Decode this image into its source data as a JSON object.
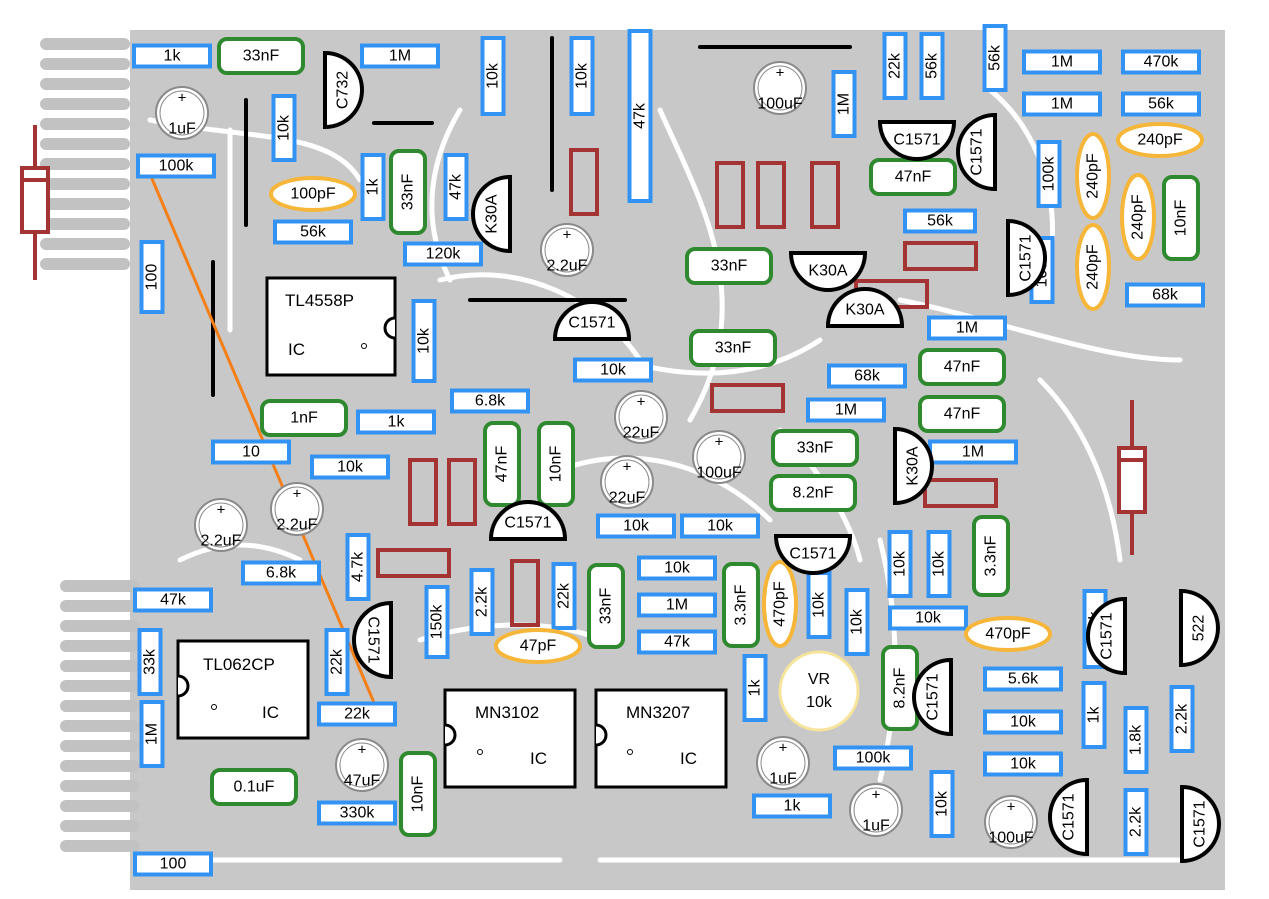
{
  "resistors": [
    {
      "id": "r1",
      "label": "1k"
    },
    {
      "id": "r2",
      "label": "1M"
    },
    {
      "id": "r3",
      "label": "10k"
    },
    {
      "id": "r4",
      "label": "10k"
    },
    {
      "id": "r5",
      "label": "47k"
    },
    {
      "id": "r6",
      "label": "22k"
    },
    {
      "id": "r7",
      "label": "56k"
    },
    {
      "id": "r8",
      "label": "56k"
    },
    {
      "id": "r9",
      "label": "1M"
    },
    {
      "id": "r10",
      "label": "470k"
    },
    {
      "id": "r11",
      "label": "1M"
    },
    {
      "id": "r12",
      "label": "56k"
    },
    {
      "id": "r13",
      "label": "10k"
    },
    {
      "id": "r14",
      "label": "1M"
    },
    {
      "id": "r15",
      "label": "100k"
    },
    {
      "id": "r16",
      "label": "1k"
    },
    {
      "id": "r17",
      "label": "47k"
    },
    {
      "id": "r18",
      "label": "56k"
    },
    {
      "id": "r19",
      "label": "120k"
    },
    {
      "id": "r20",
      "label": "56k"
    },
    {
      "id": "r21",
      "label": "100k"
    },
    {
      "id": "r22",
      "label": "100"
    },
    {
      "id": "r23",
      "label": "100k"
    },
    {
      "id": "r24",
      "label": "68k"
    },
    {
      "id": "r25",
      "label": "10k"
    },
    {
      "id": "r26",
      "label": "1M"
    },
    {
      "id": "r27",
      "label": "6.8k"
    },
    {
      "id": "r28",
      "label": "10k"
    },
    {
      "id": "r29",
      "label": "68k"
    },
    {
      "id": "r30",
      "label": "1k"
    },
    {
      "id": "r31",
      "label": "1M"
    },
    {
      "id": "r32",
      "label": "10"
    },
    {
      "id": "r33",
      "label": "10k"
    },
    {
      "id": "r34",
      "label": "1M"
    },
    {
      "id": "r35",
      "label": "10k"
    },
    {
      "id": "r36",
      "label": "10k"
    },
    {
      "id": "r37",
      "label": "6.8k"
    },
    {
      "id": "r38",
      "label": "4.7k"
    },
    {
      "id": "r39",
      "label": "10k"
    },
    {
      "id": "r40",
      "label": "10k"
    },
    {
      "id": "r41",
      "label": "47k"
    },
    {
      "id": "r42",
      "label": "150k"
    },
    {
      "id": "r43",
      "label": "2.2k"
    },
    {
      "id": "r44",
      "label": "22k"
    },
    {
      "id": "r45",
      "label": "10k"
    },
    {
      "id": "r46",
      "label": "1M"
    },
    {
      "id": "r47",
      "label": "47k"
    },
    {
      "id": "r48",
      "label": "10k"
    },
    {
      "id": "r49",
      "label": "10k"
    },
    {
      "id": "r50",
      "label": "10k"
    },
    {
      "id": "r51",
      "label": "33k"
    },
    {
      "id": "r52",
      "label": "22k"
    },
    {
      "id": "r53",
      "label": "22k"
    },
    {
      "id": "r54",
      "label": "1M"
    },
    {
      "id": "r55",
      "label": "5.6k"
    },
    {
      "id": "r56",
      "label": "10k"
    },
    {
      "id": "r57",
      "label": "1k"
    },
    {
      "id": "r58",
      "label": "100k"
    },
    {
      "id": "r59",
      "label": "1k"
    },
    {
      "id": "r60",
      "label": "1.8k"
    },
    {
      "id": "r61",
      "label": "2.2k"
    },
    {
      "id": "r62",
      "label": "2.2k"
    },
    {
      "id": "r63",
      "label": "10k"
    },
    {
      "id": "r64",
      "label": "10k"
    },
    {
      "id": "r65",
      "label": "100k"
    },
    {
      "id": "r66",
      "label": "1k"
    },
    {
      "id": "r67",
      "label": "330k"
    },
    {
      "id": "r68",
      "label": "100"
    },
    {
      "id": "r69",
      "label": "10k"
    },
    {
      "id": "r70",
      "label": "100k"
    }
  ],
  "film_caps": [
    {
      "id": "c1",
      "label": "33nF"
    },
    {
      "id": "c2",
      "label": "33nF"
    },
    {
      "id": "c3",
      "label": "47nF"
    },
    {
      "id": "c4",
      "label": "33nF"
    },
    {
      "id": "c5",
      "label": "10nF"
    },
    {
      "id": "c6",
      "label": "33nF"
    },
    {
      "id": "c7",
      "label": "47nF"
    },
    {
      "id": "c8",
      "label": "1nF"
    },
    {
      "id": "c9",
      "label": "47nF"
    },
    {
      "id": "c10",
      "label": "47nF"
    },
    {
      "id": "c11",
      "label": "10nF"
    },
    {
      "id": "c12",
      "label": "33nF"
    },
    {
      "id": "c13",
      "label": "8.2nF"
    },
    {
      "id": "c14",
      "label": "3.3nF"
    },
    {
      "id": "c15",
      "label": "33nF"
    },
    {
      "id": "c16",
      "label": "3.3nF"
    },
    {
      "id": "c17",
      "label": "8.2nF"
    },
    {
      "id": "c18",
      "label": "0.1uF"
    },
    {
      "id": "c19",
      "label": "10nF"
    }
  ],
  "ceramic_caps": [
    {
      "id": "p1",
      "label": "100pF"
    },
    {
      "id": "p2",
      "label": "240pF"
    },
    {
      "id": "p3",
      "label": "240pF"
    },
    {
      "id": "p4",
      "label": "240pF"
    },
    {
      "id": "p5",
      "label": "240pF"
    },
    {
      "id": "p6",
      "label": "470pF"
    },
    {
      "id": "p7",
      "label": "470pF"
    },
    {
      "id": "p8",
      "label": "47pF"
    }
  ],
  "electrolytics": [
    {
      "id": "e1",
      "label": "1uF"
    },
    {
      "id": "e2",
      "label": "100uF"
    },
    {
      "id": "e3",
      "label": "2.2uF"
    },
    {
      "id": "e4",
      "label": "22uF"
    },
    {
      "id": "e5",
      "label": "100uF"
    },
    {
      "id": "e6",
      "label": "22uF"
    },
    {
      "id": "e7",
      "label": "2.2uF"
    },
    {
      "id": "e8",
      "label": "2.2uF"
    },
    {
      "id": "e9",
      "label": "47uF"
    },
    {
      "id": "e10",
      "label": "1uF"
    },
    {
      "id": "e11",
      "label": "1uF"
    },
    {
      "id": "e12",
      "label": "100uF"
    }
  ],
  "transistors": [
    {
      "id": "q1",
      "label": "C732"
    },
    {
      "id": "q2",
      "label": "K30A"
    },
    {
      "id": "q3",
      "label": "C1571"
    },
    {
      "id": "q4",
      "label": "C1571"
    },
    {
      "id": "q5",
      "label": "K30A"
    },
    {
      "id": "q6",
      "label": "C1571"
    },
    {
      "id": "q7",
      "label": "C1571"
    },
    {
      "id": "q8",
      "label": "K30A"
    },
    {
      "id": "q9",
      "label": "K30A"
    },
    {
      "id": "q10",
      "label": "C1571"
    },
    {
      "id": "q11",
      "label": "C1571"
    },
    {
      "id": "q12",
      "label": "C1571"
    },
    {
      "id": "q13",
      "label": "C1571"
    },
    {
      "id": "q14",
      "label": "C1571"
    },
    {
      "id": "q15",
      "label": "522"
    },
    {
      "id": "q16",
      "label": "C1571"
    },
    {
      "id": "q17",
      "label": "C1571"
    }
  ],
  "ics": [
    {
      "id": "u1",
      "part": "TL4558P",
      "tag": "IC"
    },
    {
      "id": "u2",
      "part": "TL062CP",
      "tag": "IC"
    },
    {
      "id": "u3",
      "part": "MN3102",
      "tag": "IC"
    },
    {
      "id": "u4",
      "part": "MN3207",
      "tag": "IC"
    }
  ],
  "trimmer": {
    "name": "VR",
    "value": "10k"
  },
  "colors": {
    "board": "#c2c2c2",
    "resistor": "#3393f5",
    "film_cap": "#2f8a2f",
    "ceramic_cap": "#f5b63a",
    "diode": "#a43434",
    "transistor": "#000000",
    "jumper": "#000000",
    "wire": "#f57f17",
    "trimmer": "#f7e49b"
  }
}
